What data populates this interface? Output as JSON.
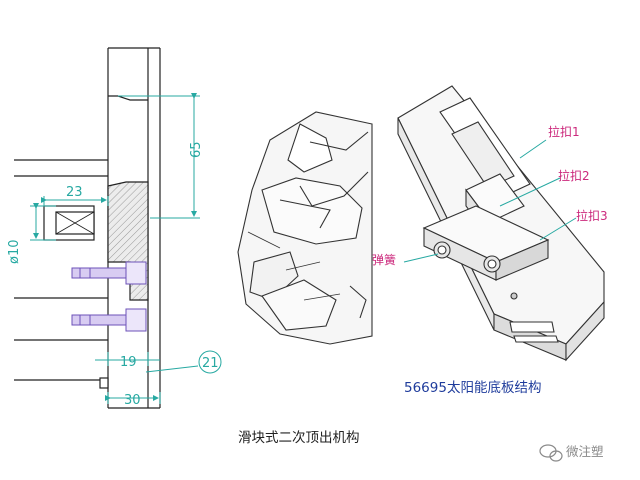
{
  "left_drawing": {
    "dimensions": {
      "d65": "65",
      "d23": "23",
      "d10": "ø10",
      "d19": "19",
      "d30": "30",
      "callout": "21"
    },
    "caption": "滑块式二次顶出机构"
  },
  "right_drawing": {
    "labels": {
      "lakou1": "拉扣1",
      "lakou2": "拉扣2",
      "lakou3": "拉扣3",
      "spring": "弹簧"
    },
    "caption": "56695太阳能底板结构"
  },
  "watermark": {
    "text": "微注塑",
    "icon": "wechat-icon"
  },
  "colors": {
    "dimension": "#27a9a2",
    "label": "#cc2a7d",
    "title": "#1f3c9c",
    "bolt": "#a58fd6",
    "hatch": "#c8c8c8"
  }
}
